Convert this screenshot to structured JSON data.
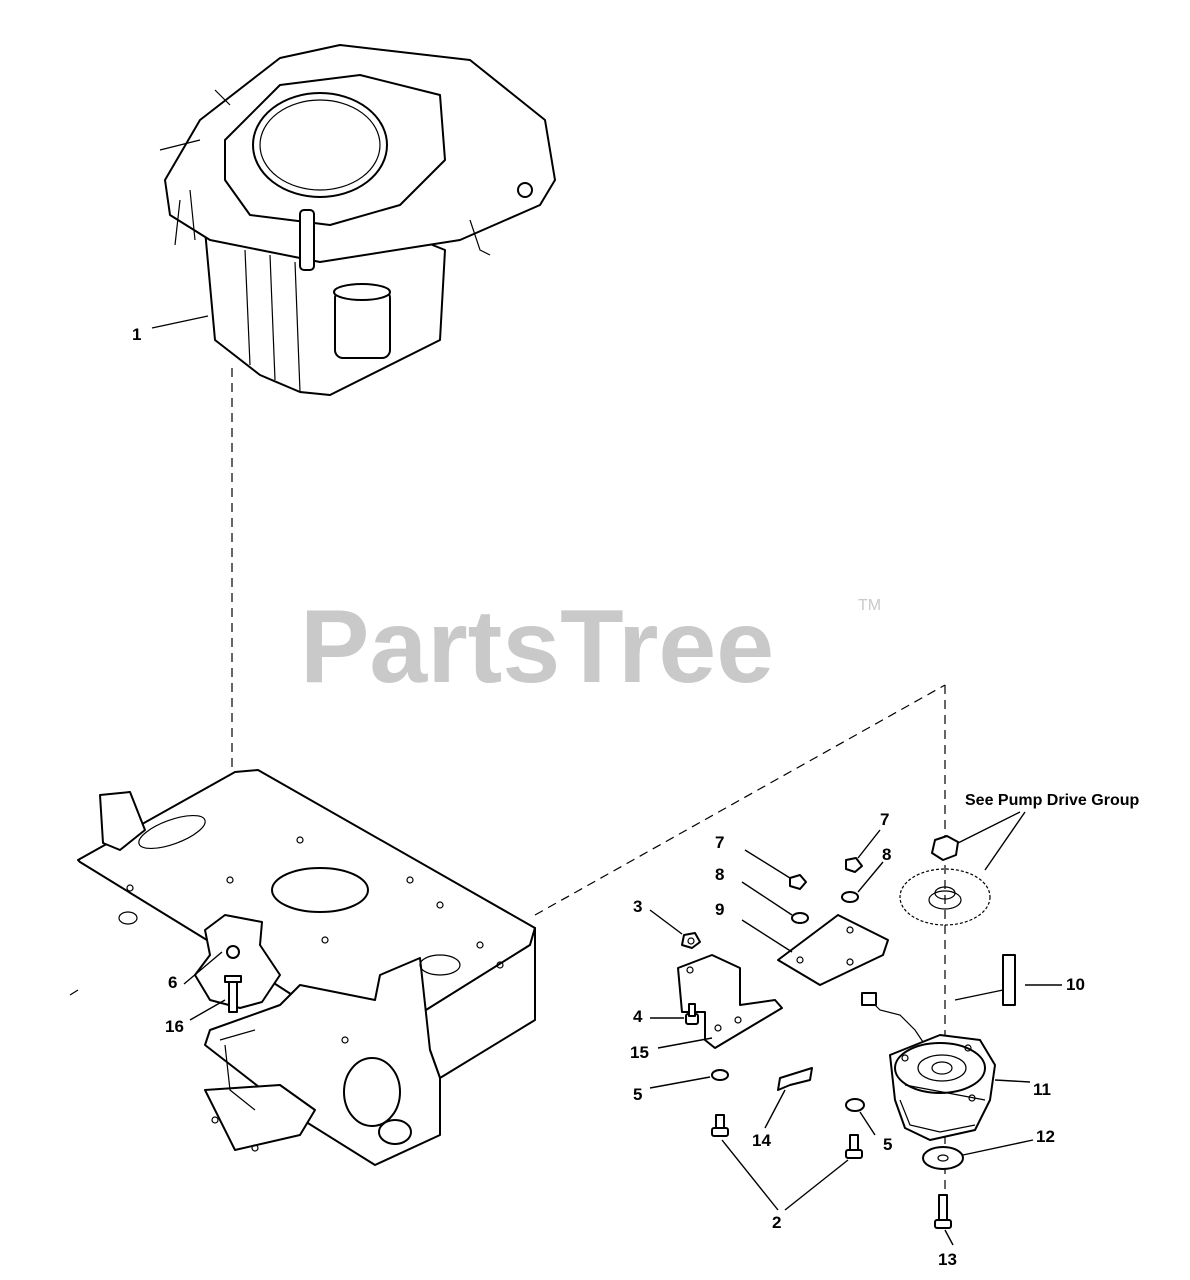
{
  "watermark": {
    "brand": "PartsTree",
    "trademark": "TM"
  },
  "note": "See Pump Drive Group",
  "callouts": {
    "c1": "1",
    "c2": "2",
    "c3": "3",
    "c4": "4",
    "c5a": "5",
    "c5b": "5",
    "c6": "6",
    "c7a": "7",
    "c7b": "7",
    "c8a": "8",
    "c8b": "8",
    "c9": "9",
    "c10": "10",
    "c11": "11",
    "c12": "12",
    "c13": "13",
    "c14": "14",
    "c15": "15",
    "c16": "16"
  },
  "parts": {
    "engine": "engine-icon",
    "frame": "frame-plate-icon",
    "clutch": "electric-clutch-icon",
    "pulley": "pulley-icon"
  }
}
